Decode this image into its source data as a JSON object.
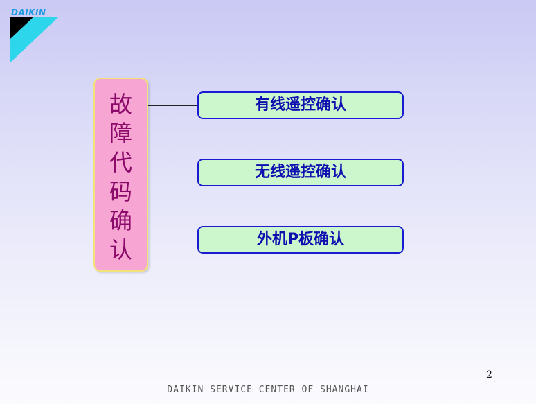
{
  "logo": {
    "text": "DAIKIN",
    "color": "#1e9be0"
  },
  "main": {
    "title_chars": [
      "故",
      "障",
      "代",
      "码",
      "确",
      "认"
    ]
  },
  "items": [
    {
      "label": "有线遥控确认"
    },
    {
      "label": "无线遥控确认"
    },
    {
      "label": "外机P板确认"
    }
  ],
  "page_number": "2",
  "footer": "DAIKIN SERVICE CENTER OF SHANGHAI",
  "colors": {
    "main_box_fill": "#f7a6d4",
    "main_box_border": "#f2e27a",
    "main_text": "#8c0a6a",
    "item_fill": "#ccf7cc",
    "item_border": "#1a1ad0",
    "item_text": "#1010b0"
  }
}
